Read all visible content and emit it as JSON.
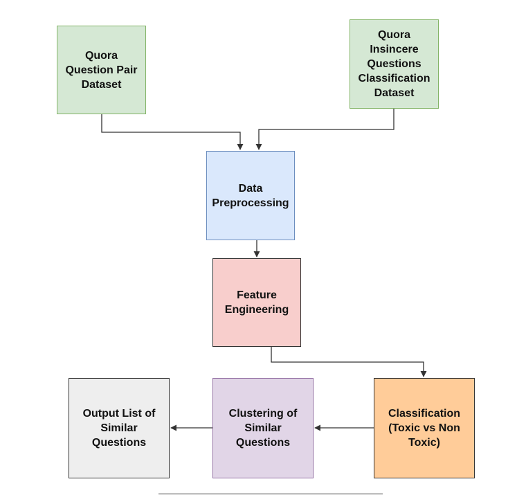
{
  "colors": {
    "arrow": "#333333",
    "dataset_fill": "#d5e8d4",
    "dataset_border": "#82b366",
    "preprocess_fill": "#dae8fc",
    "preprocess_border": "#6c8ebf",
    "feature_fill": "#f8cecc",
    "feature_border": "#333333",
    "classification_fill": "#ffcc99",
    "classification_border": "#333333",
    "clustering_fill": "#e1d5e7",
    "clustering_border": "#9673a6",
    "output_fill": "#eeeeee",
    "output_border": "#333333"
  },
  "nodes": {
    "quora_question_pair": {
      "lines": [
        "Quora",
        "Question Pair",
        "Dataset"
      ]
    },
    "quora_insincere": {
      "lines": [
        "Quora",
        "Insincere",
        "Questions",
        "Classification",
        "Dataset"
      ]
    },
    "data_preprocessing": {
      "lines": [
        "Data",
        "Preprocessing"
      ]
    },
    "feature_engineering": {
      "lines": [
        "Feature",
        "Engineering"
      ]
    },
    "classification": {
      "lines": [
        "Classification",
        "(Toxic vs Non",
        "Toxic)"
      ]
    },
    "clustering": {
      "lines": [
        "Clustering of",
        "Similar",
        "Questions"
      ]
    },
    "output_list": {
      "lines": [
        "Output List of",
        "Similar",
        "Questions"
      ]
    }
  }
}
